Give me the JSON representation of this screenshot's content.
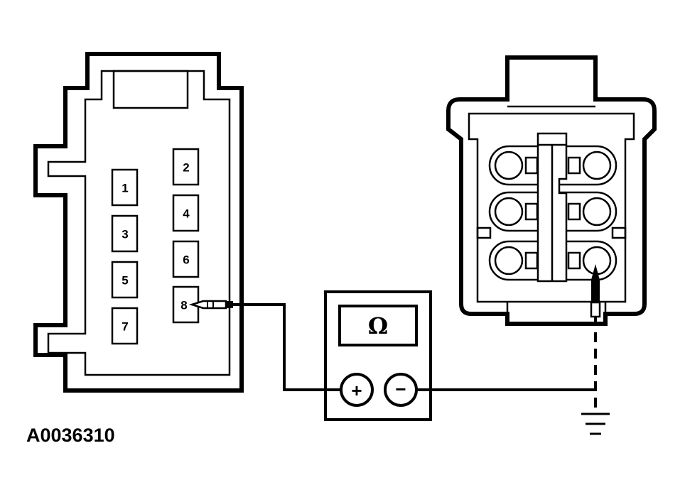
{
  "figure_id": "A0036310",
  "connector_left": {
    "pins": [
      {
        "label": "1"
      },
      {
        "label": "2"
      },
      {
        "label": "3"
      },
      {
        "label": "4"
      },
      {
        "label": "5"
      },
      {
        "label": "6"
      },
      {
        "label": "7"
      },
      {
        "label": "8"
      }
    ]
  },
  "meter": {
    "symbol": "Ω",
    "positive_label": "+",
    "negative_label": "−"
  },
  "icons": {
    "ground": "ground-symbol-icon",
    "probe": "test-probe-icon"
  }
}
